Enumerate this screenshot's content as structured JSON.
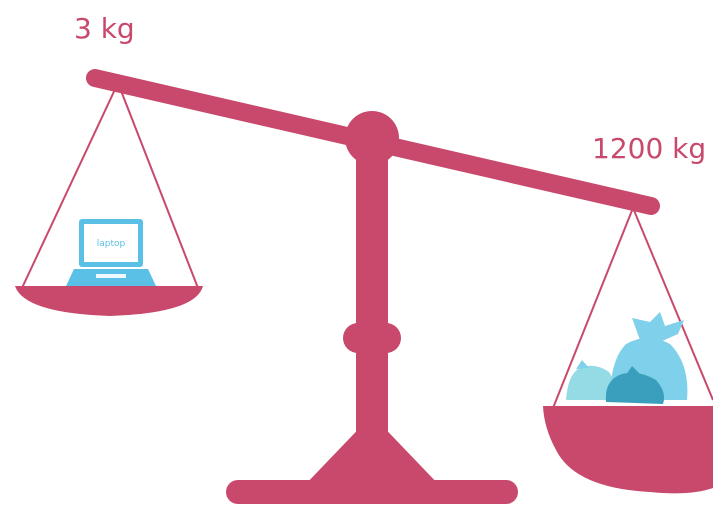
{
  "labels": {
    "left_weight": "3 kg",
    "right_weight": "1200 kg",
    "laptop_screen": "laptop"
  },
  "colors": {
    "scale": "#c8496b",
    "laptop": "#5bc0e6",
    "bag_light": "#7fd0ea",
    "bag_mid": "#5bbfdd",
    "bag_dark": "#3a9fbc",
    "bag_pale": "#95dbe5"
  },
  "icons": {
    "laptop": "laptop-icon",
    "bags": "trash-bags-icon"
  }
}
